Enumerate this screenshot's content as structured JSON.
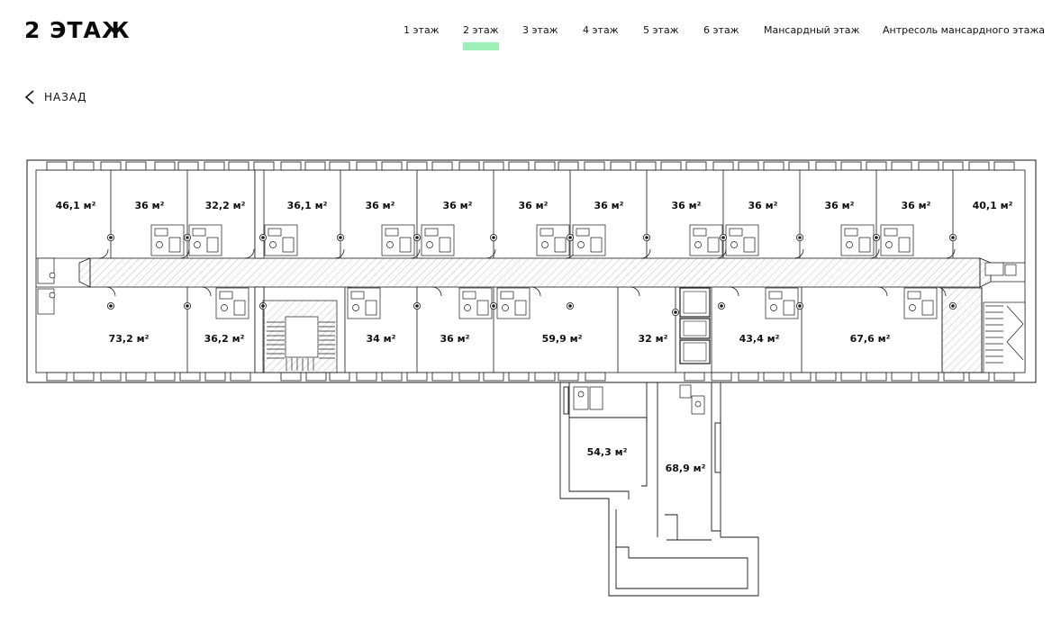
{
  "title": "2 ЭТАЖ",
  "back_label": "НАЗАД",
  "accent_color": "#9ef0b8",
  "active_floor": 1,
  "floors": [
    {
      "label": "1 этаж"
    },
    {
      "label": "2 этаж"
    },
    {
      "label": "3 этаж"
    },
    {
      "label": "4 этаж"
    },
    {
      "label": "5 этаж"
    },
    {
      "label": "6 этаж"
    },
    {
      "label": "Мансардный этаж"
    },
    {
      "label": "Антресоль мансардного этажа"
    }
  ],
  "units": [
    {
      "area": "46,1 м²"
    },
    {
      "area": "36 м²"
    },
    {
      "area": "32,2 м²"
    },
    {
      "area": "36,1 м²"
    },
    {
      "area": "36 м²"
    },
    {
      "area": "36 м²"
    },
    {
      "area": "36 м²"
    },
    {
      "area": "36 м²"
    },
    {
      "area": "36 м²"
    },
    {
      "area": "36 м²"
    },
    {
      "area": "36 м²"
    },
    {
      "area": "36 м²"
    },
    {
      "area": "40,1 м²"
    },
    {
      "area": "73,2 м²"
    },
    {
      "area": "36,2 м²"
    },
    {
      "area": "34 м²"
    },
    {
      "area": "36 м²"
    },
    {
      "area": "59,9 м²"
    },
    {
      "area": "32 м²"
    },
    {
      "area": "43,4 м²"
    },
    {
      "area": "67,6 м²"
    },
    {
      "area": "54,3 м²"
    },
    {
      "area": "68,9 м²"
    }
  ]
}
